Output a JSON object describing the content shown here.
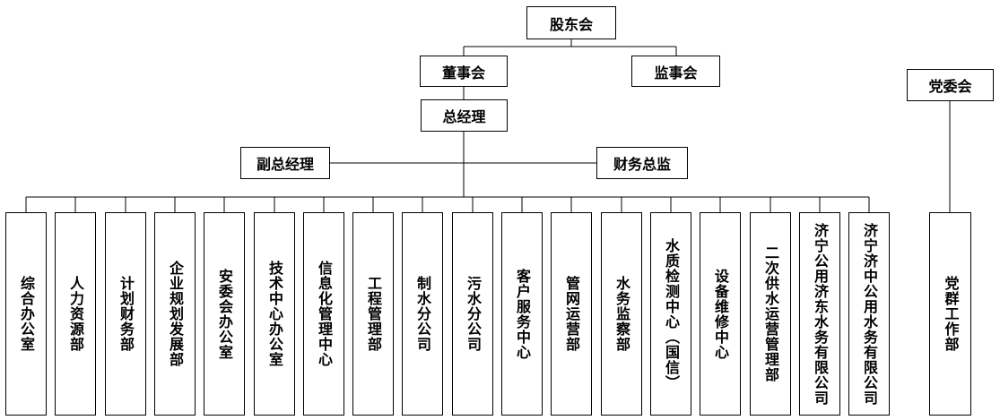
{
  "diagram": {
    "top": {
      "shareholders": "股东会",
      "board": "董事会",
      "supervisors": "监事会",
      "gm": "总经理",
      "deputy_gm": "副总经理",
      "cfo": "财务总监",
      "party_committee": "党委会"
    },
    "departments": [
      "综合办公室",
      "人力资源部",
      "计划财务部",
      "企业规划发展部",
      "安委会办公室",
      "技术中心办公室",
      "信息化管理中心",
      "工程管理部",
      "制水分公司",
      "污水分公司",
      "客户服务中心",
      "管网运营部",
      "水务监察部",
      "水质检测中心（国信）",
      "设备维修中心",
      "二次供水运营管理部",
      "济宁公用济东水务有限公司",
      "济宁济中公用水务有限公司"
    ],
    "party_department": "党群工作部"
  }
}
